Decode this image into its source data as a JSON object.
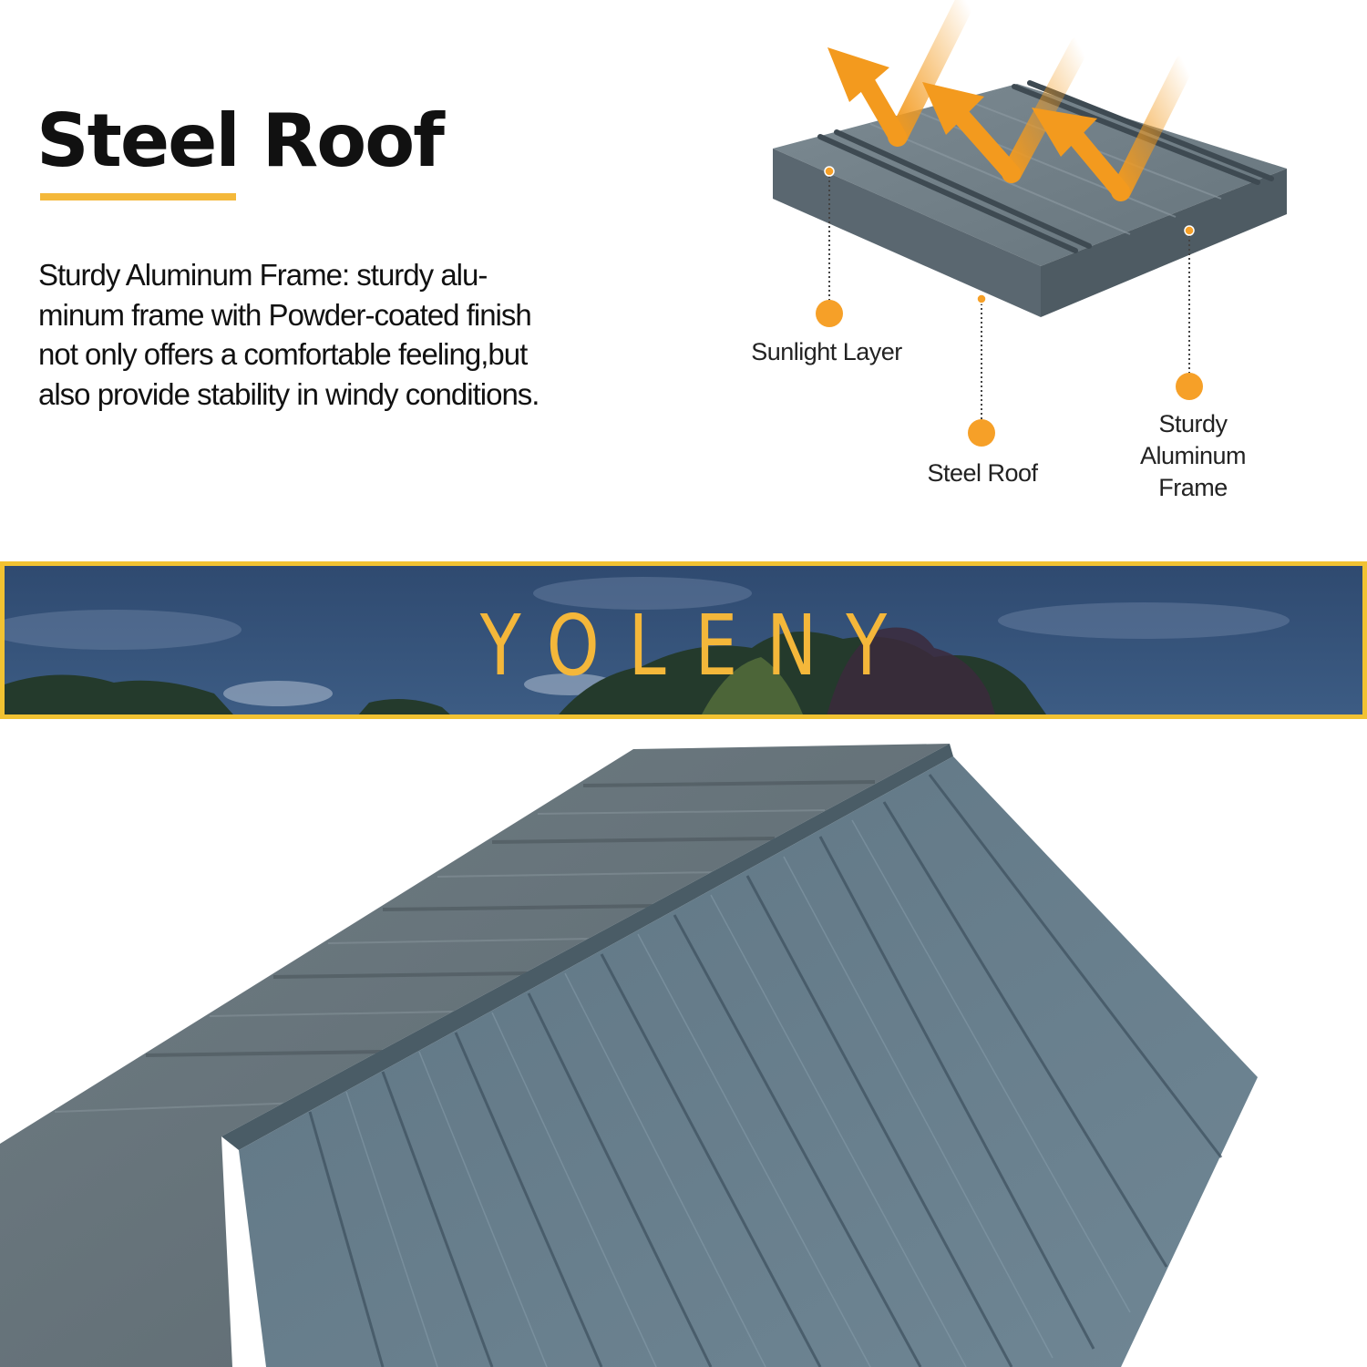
{
  "heading": {
    "title": "Steel Roof",
    "accent_color": "#f4b83a"
  },
  "description": {
    "text": "Sturdy Aluminum Frame:  sturdy alu-minum frame with Powder-coated finish not only offers a comfortable feeling,but also provide stability in windy conditions."
  },
  "diagram": {
    "callouts": [
      {
        "label": "Sunlight Layer"
      },
      {
        "label": "Steel Roof"
      },
      {
        "label": "Sturdy Aluminum\nFrame"
      }
    ],
    "dot_color": "#f6a028",
    "arrow_color": "#f39a1e"
  },
  "banner": {
    "brand": "YOLENY",
    "brand_color": "#f4b73a",
    "border_color": "#f1c232"
  }
}
